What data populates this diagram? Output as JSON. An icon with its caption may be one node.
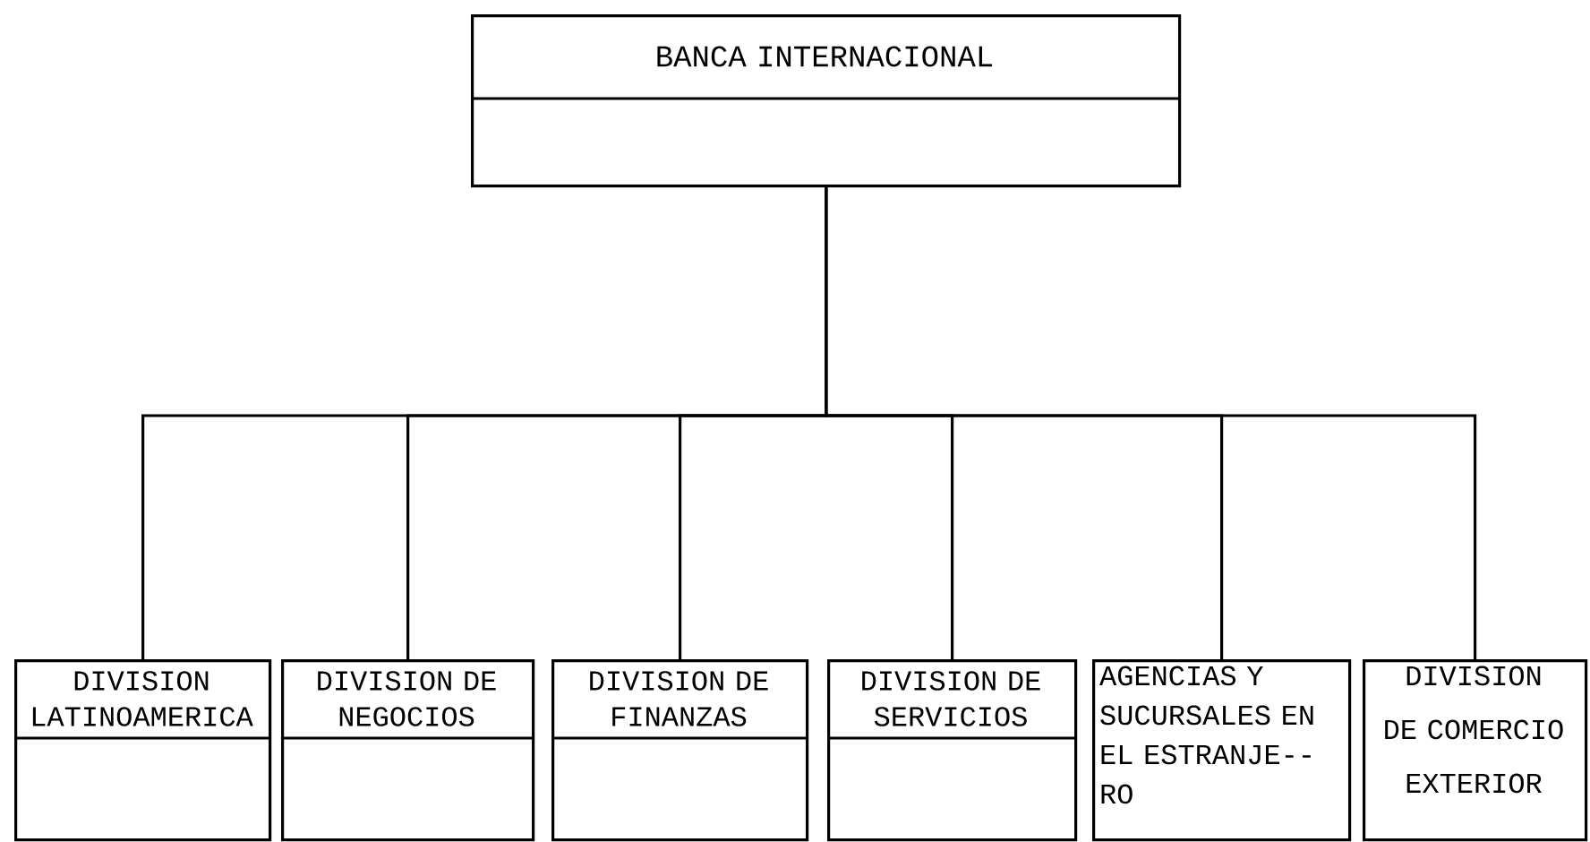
{
  "diagram": {
    "nodes": [
      {
        "text": [
          "BANCA INTERNACIONAL"
        ]
      },
      {
        "text": [
          "DIVISION LATINOAMERICA"
        ]
      },
      {
        "text": [
          "DIVISION DE NEGOCIOS"
        ]
      },
      {
        "text": [
          "DIVISION DE FINANZAS"
        ]
      },
      {
        "text": [
          "DIVISION DE SERVICIOS"
        ]
      },
      {
        "text": [
          "AGENCIAS Y SUCURSALES EN EL ESTRANJE-- RO"
        ]
      },
      {
        "text": [
          "DIVISION DE COMERCIO EXTERIOR"
        ]
      }
    ],
    "edges": [
      {
        "from": 0,
        "to": 1,
        "arrow": "none"
      },
      {
        "from": 0,
        "to": 2,
        "arrow": "none"
      },
      {
        "from": 0,
        "to": 3,
        "arrow": "none"
      },
      {
        "from": 0,
        "to": 4,
        "arrow": "none"
      },
      {
        "from": 0,
        "to": 5,
        "arrow": "none"
      },
      {
        "from": 0,
        "to": 6,
        "arrow": "none"
      }
    ]
  }
}
